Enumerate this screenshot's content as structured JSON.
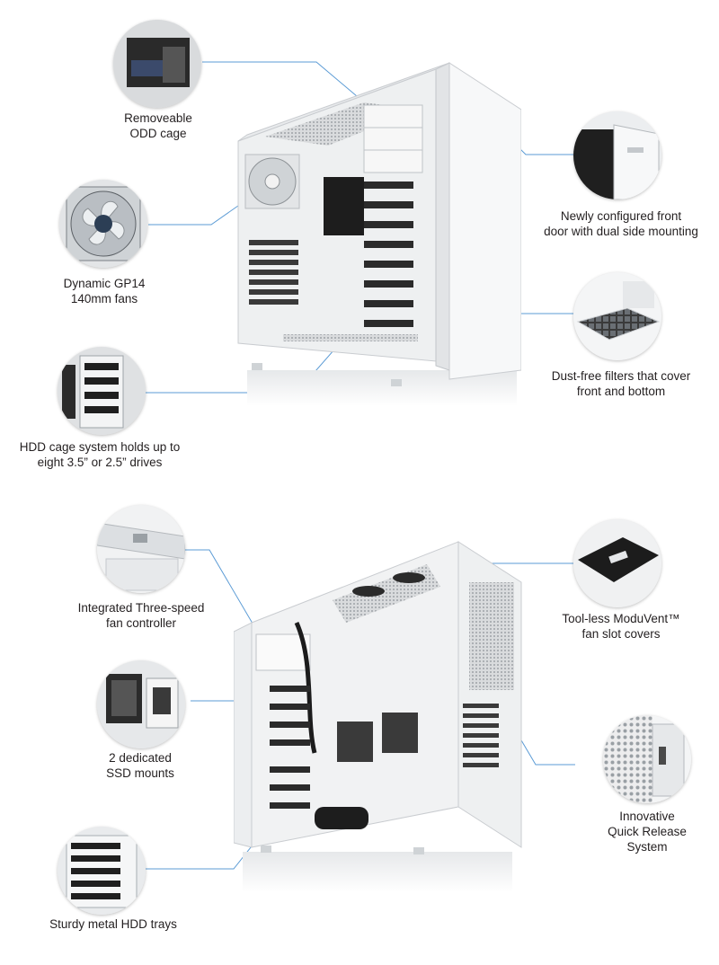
{
  "top_feature_callouts": [
    {
      "id": "odd-cage",
      "label": "Removeable\nODD cage",
      "icon": "odd-cage-photo"
    },
    {
      "id": "gp14-fans",
      "label": "Dynamic GP14\n140mm fans",
      "icon": "fan-photo"
    },
    {
      "id": "hdd-cage",
      "label": "HDD cage system holds up to\neight 3.5” or 2.5” drives",
      "icon": "hdd-cage-photo"
    },
    {
      "id": "front-door",
      "label": "Newly configured front\ndoor with dual side mounting",
      "icon": "front-door-photo"
    },
    {
      "id": "dust-filters",
      "label": "Dust-free filters that cover\nfront and bottom",
      "icon": "dust-filter-photo"
    }
  ],
  "bottom_feature_callouts": [
    {
      "id": "fan-controller",
      "label": "Integrated Three-speed\nfan controller",
      "icon": "fan-controller-photo"
    },
    {
      "id": "ssd-mounts",
      "label": "2 dedicated\nSSD mounts",
      "icon": "ssd-mount-photo"
    },
    {
      "id": "hdd-trays",
      "label": "Sturdy metal HDD trays",
      "icon": "hdd-tray-photo"
    },
    {
      "id": "moduvent",
      "label": "Tool-less ModuVent™\nfan slot covers",
      "icon": "moduvent-photo"
    },
    {
      "id": "quick-release",
      "label": "Innovative\nQuick Release\nSystem",
      "icon": "quick-release-photo"
    }
  ],
  "colors": {
    "leader_line": "#5b9bd5",
    "case_white": "#f4f5f6",
    "case_shadow": "#d7dadd",
    "dark_part": "#2b2b2b"
  }
}
